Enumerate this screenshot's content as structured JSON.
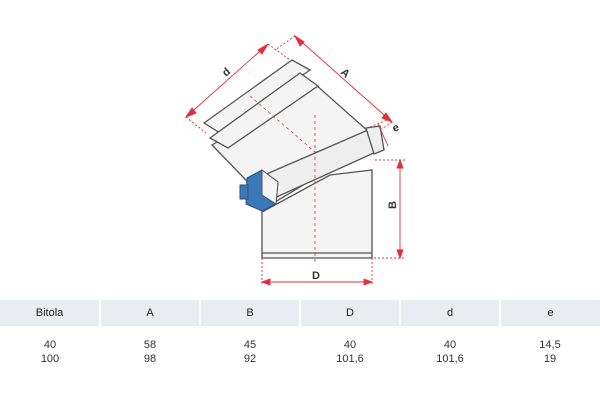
{
  "dimension_labels": {
    "d_label": "d",
    "a_label": "A",
    "e_label": "e",
    "b_label": "B",
    "big_d_label": "D"
  },
  "colors": {
    "dimension_line": "#e0303a",
    "outline": "#555555",
    "body_fill": "#f4f4f4",
    "clamp_blue": "#3a78b8"
  },
  "table": {
    "headers": [
      "Bitola",
      "A",
      "B",
      "D",
      "d",
      "e"
    ],
    "rows": [
      [
        "40",
        "58",
        "45",
        "40",
        "40",
        "14,5"
      ],
      [
        "100",
        "98",
        "92",
        "101,6",
        "101,6",
        "19"
      ]
    ]
  }
}
